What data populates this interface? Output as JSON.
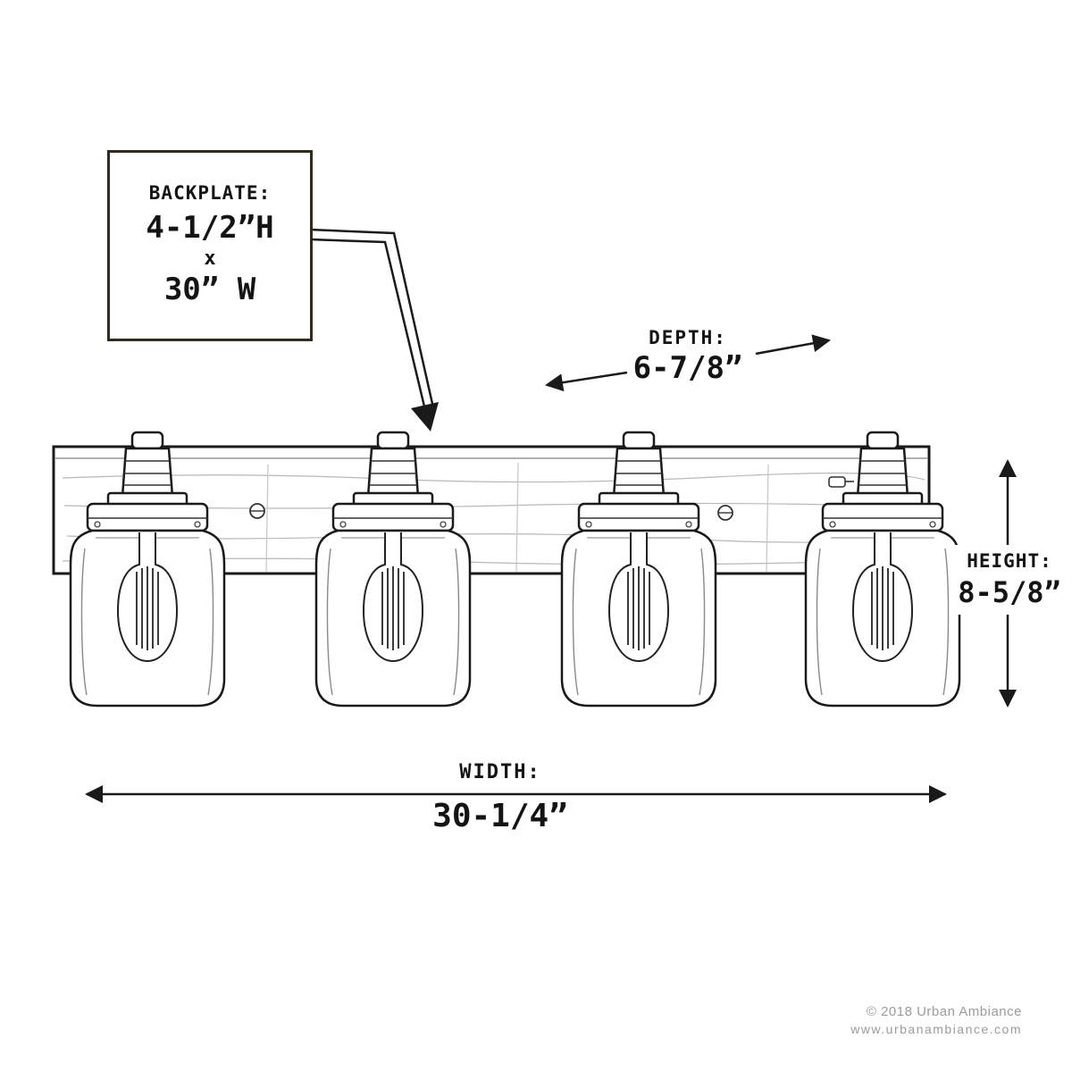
{
  "diagram": {
    "backplate_callout": {
      "title": "BACKPLATE:",
      "height": "4-1/2”H",
      "separator": "x",
      "width": "30” W"
    },
    "dimensions": {
      "depth": {
        "label": "DEPTH:",
        "value": "6-7/8”"
      },
      "height": {
        "label": "HEIGHT:",
        "value": "8-5/8”"
      },
      "width": {
        "label": "WIDTH:",
        "value": "30-1/4”"
      }
    },
    "footer": {
      "copyright": "© 2018 Urban Ambiance",
      "website": "www.urbanambiance.com"
    }
  },
  "colors": {
    "line": "#1a1a1a",
    "callout_border": "#2e2b20",
    "footer_text": "#9b9b9b"
  }
}
